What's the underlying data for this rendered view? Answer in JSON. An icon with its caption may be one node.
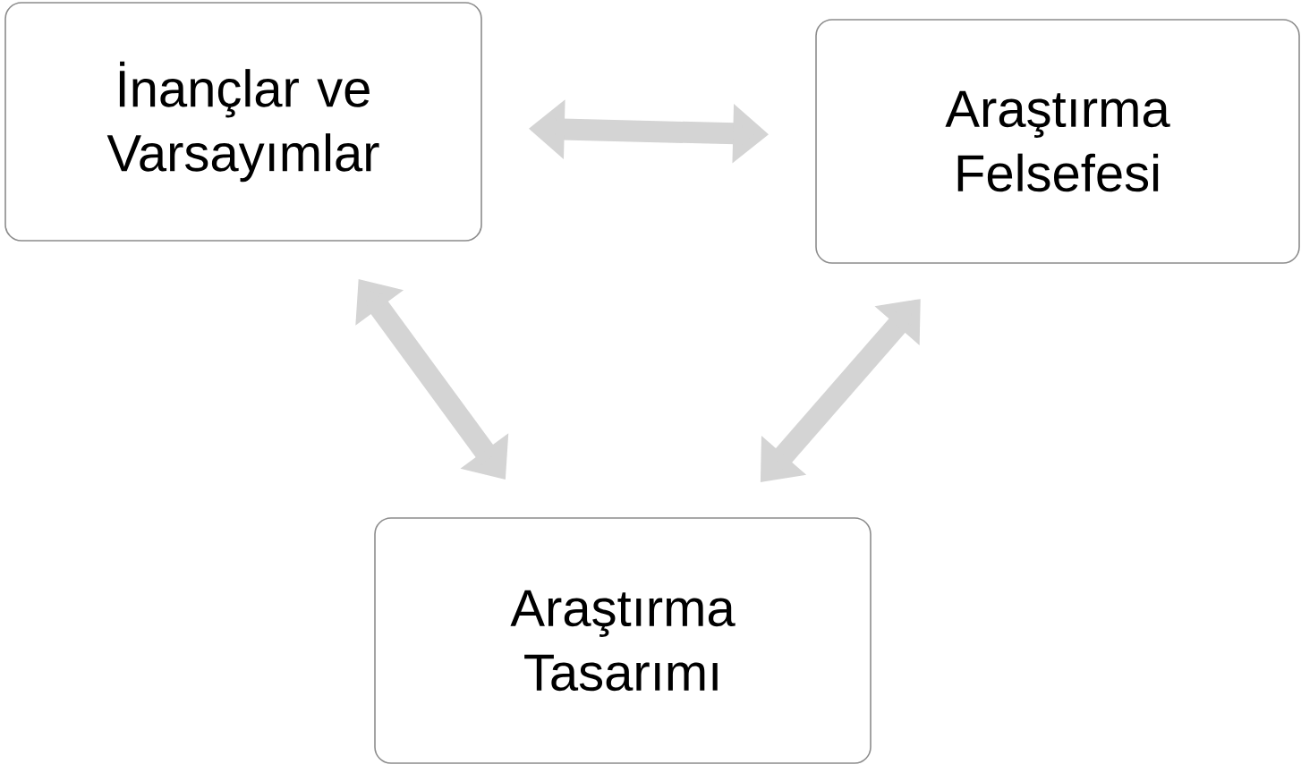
{
  "diagram": {
    "nodes": [
      {
        "text": [
          "İnançlar ve Varsayımlar"
        ]
      },
      {
        "text": [
          "Araştırma Felsefesi"
        ]
      },
      {
        "text": [
          "Araştırma Tasarımı"
        ]
      }
    ],
    "edges": [
      {
        "from": 0,
        "to": 1,
        "arrow": "both"
      },
      {
        "from": 0,
        "to": 2,
        "arrow": "both"
      },
      {
        "from": 1,
        "to": 2,
        "arrow": "both"
      }
    ]
  }
}
